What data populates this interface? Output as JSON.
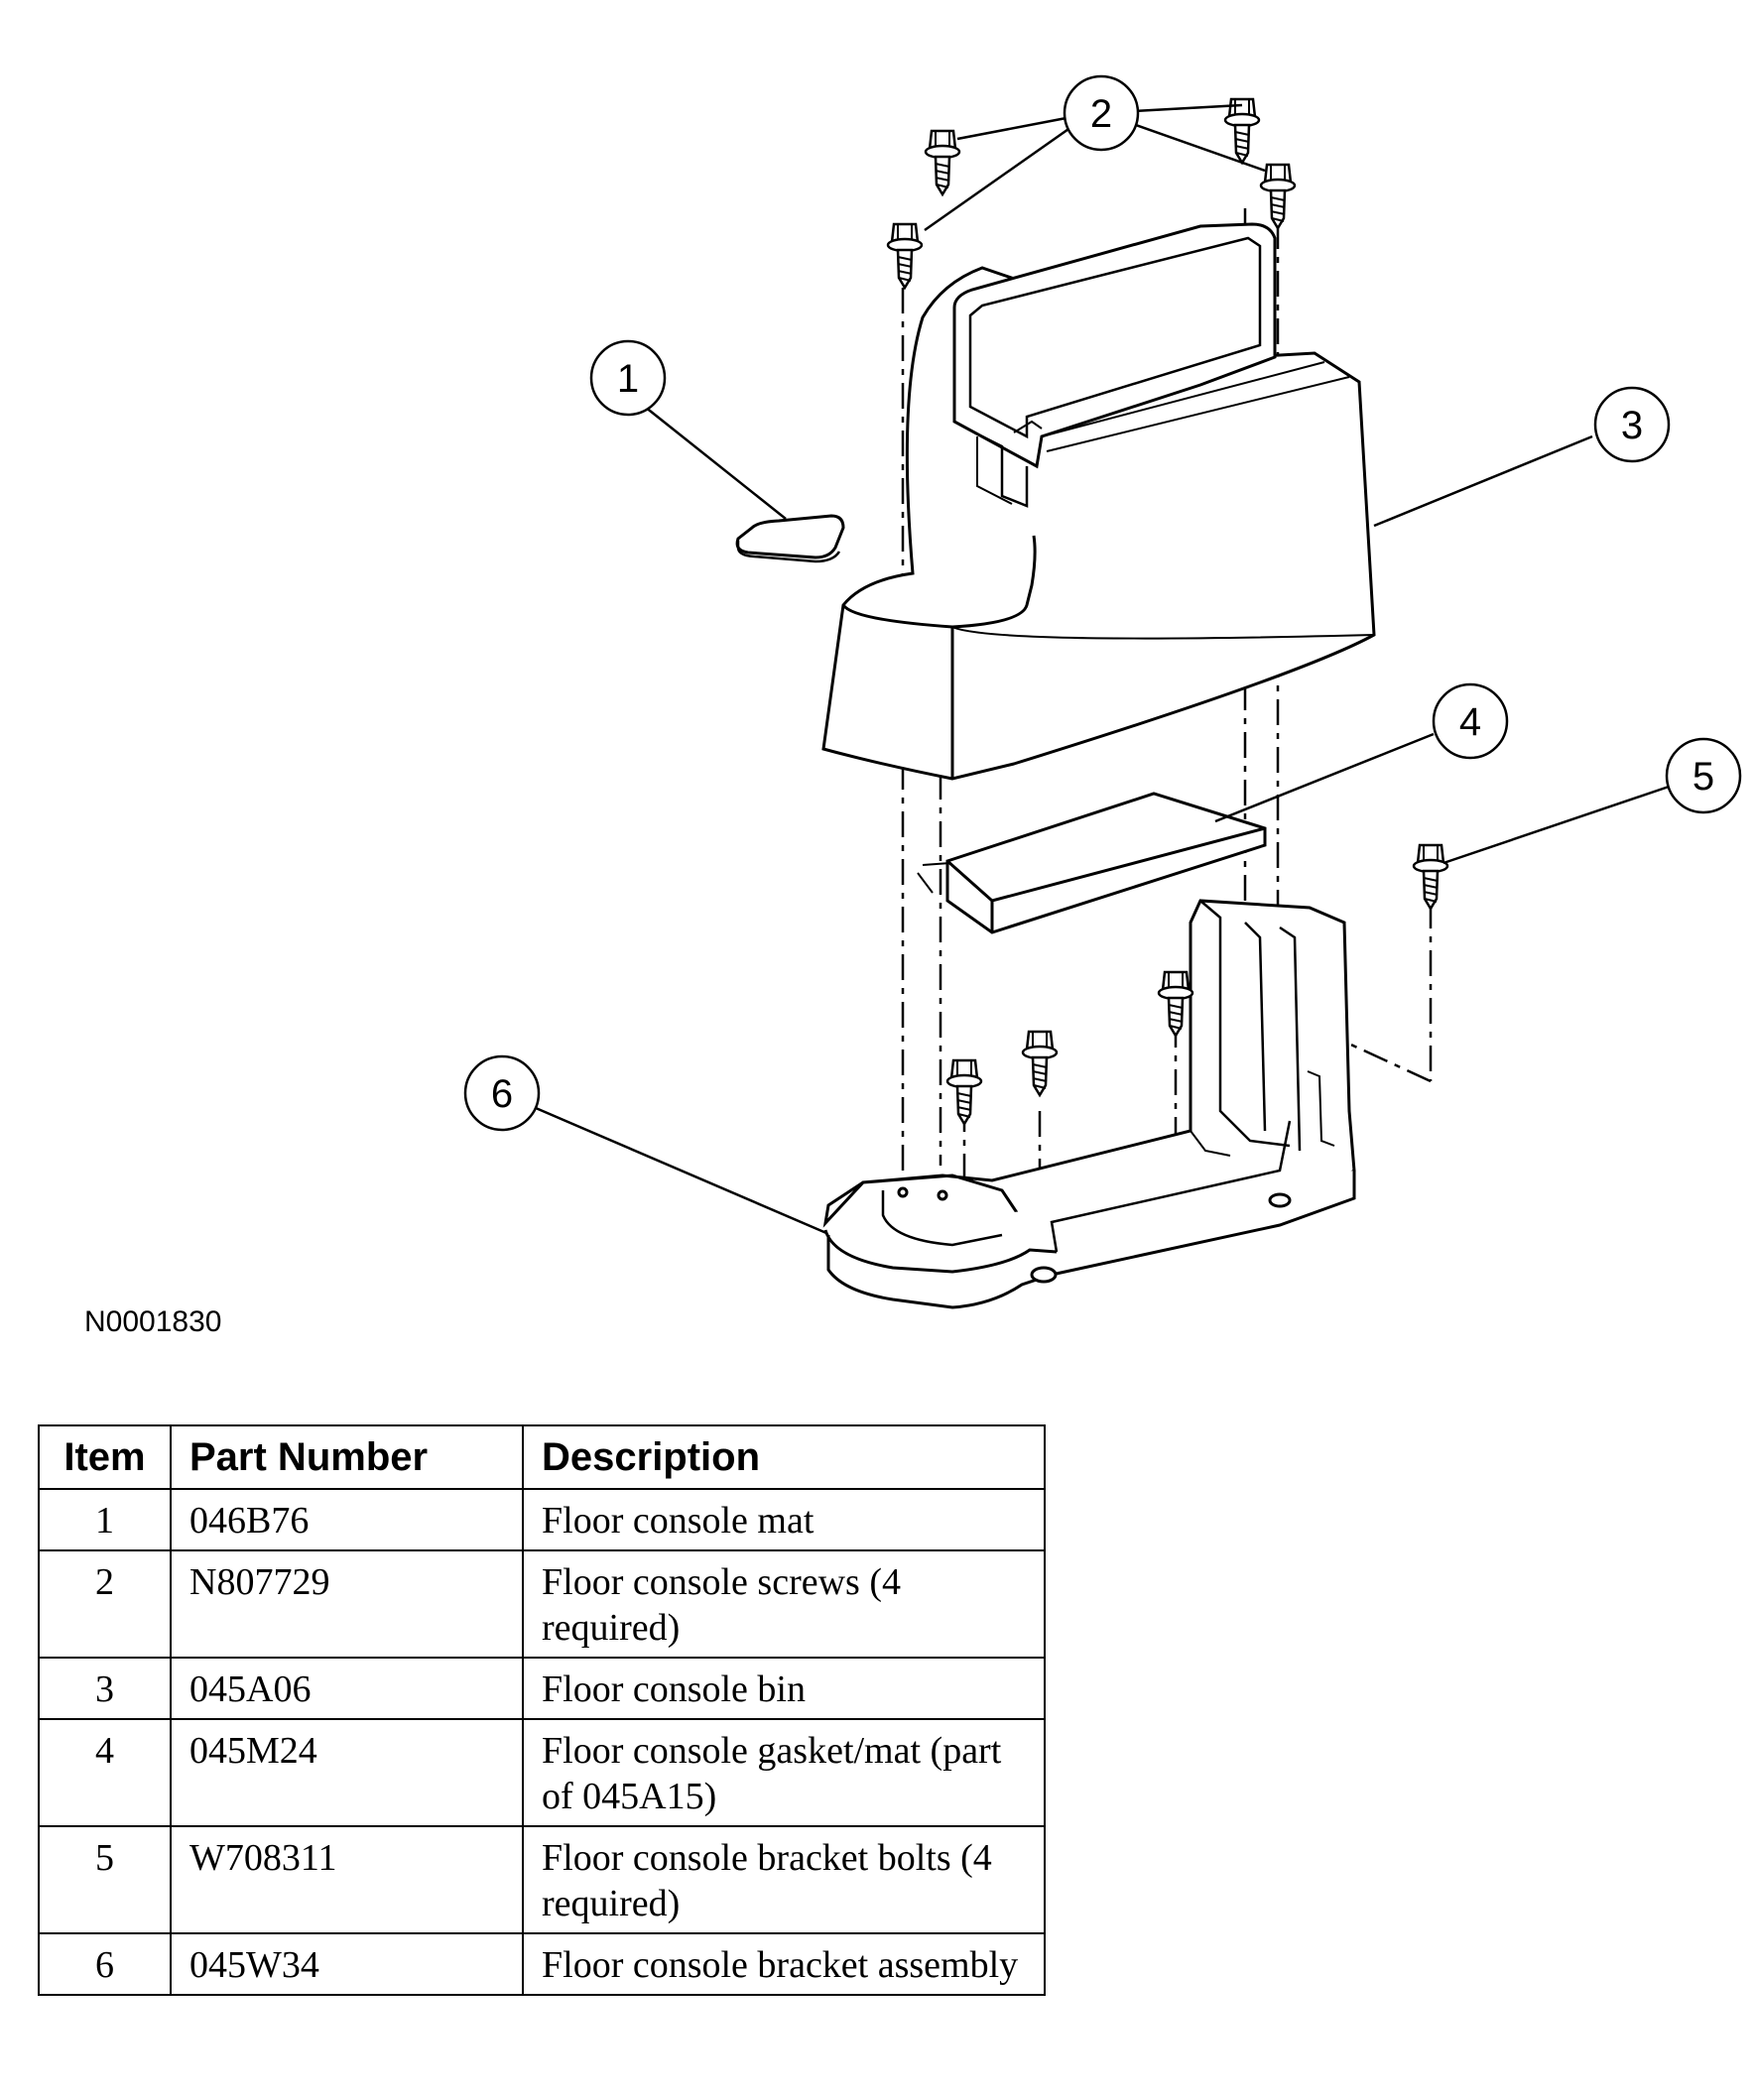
{
  "figure_id": "N0001830",
  "callouts": [
    "1",
    "2",
    "3",
    "4",
    "5",
    "6"
  ],
  "table": {
    "headers": {
      "item": "Item",
      "part_number": "Part Number",
      "description": "Description"
    },
    "rows": [
      {
        "item": "1",
        "part_number": "046B76",
        "description": "Floor console mat"
      },
      {
        "item": "2",
        "part_number": "N807729",
        "description": "Floor console screws (4 required)"
      },
      {
        "item": "3",
        "part_number": "045A06",
        "description": "Floor console bin"
      },
      {
        "item": "4",
        "part_number": "045M24",
        "description": "Floor console gasket/mat (part of 045A15)"
      },
      {
        "item": "5",
        "part_number": "W708311",
        "description": "Floor console bracket bolts (4 required)"
      },
      {
        "item": "6",
        "part_number": "045W34",
        "description": "Floor console bracket assembly"
      }
    ]
  }
}
